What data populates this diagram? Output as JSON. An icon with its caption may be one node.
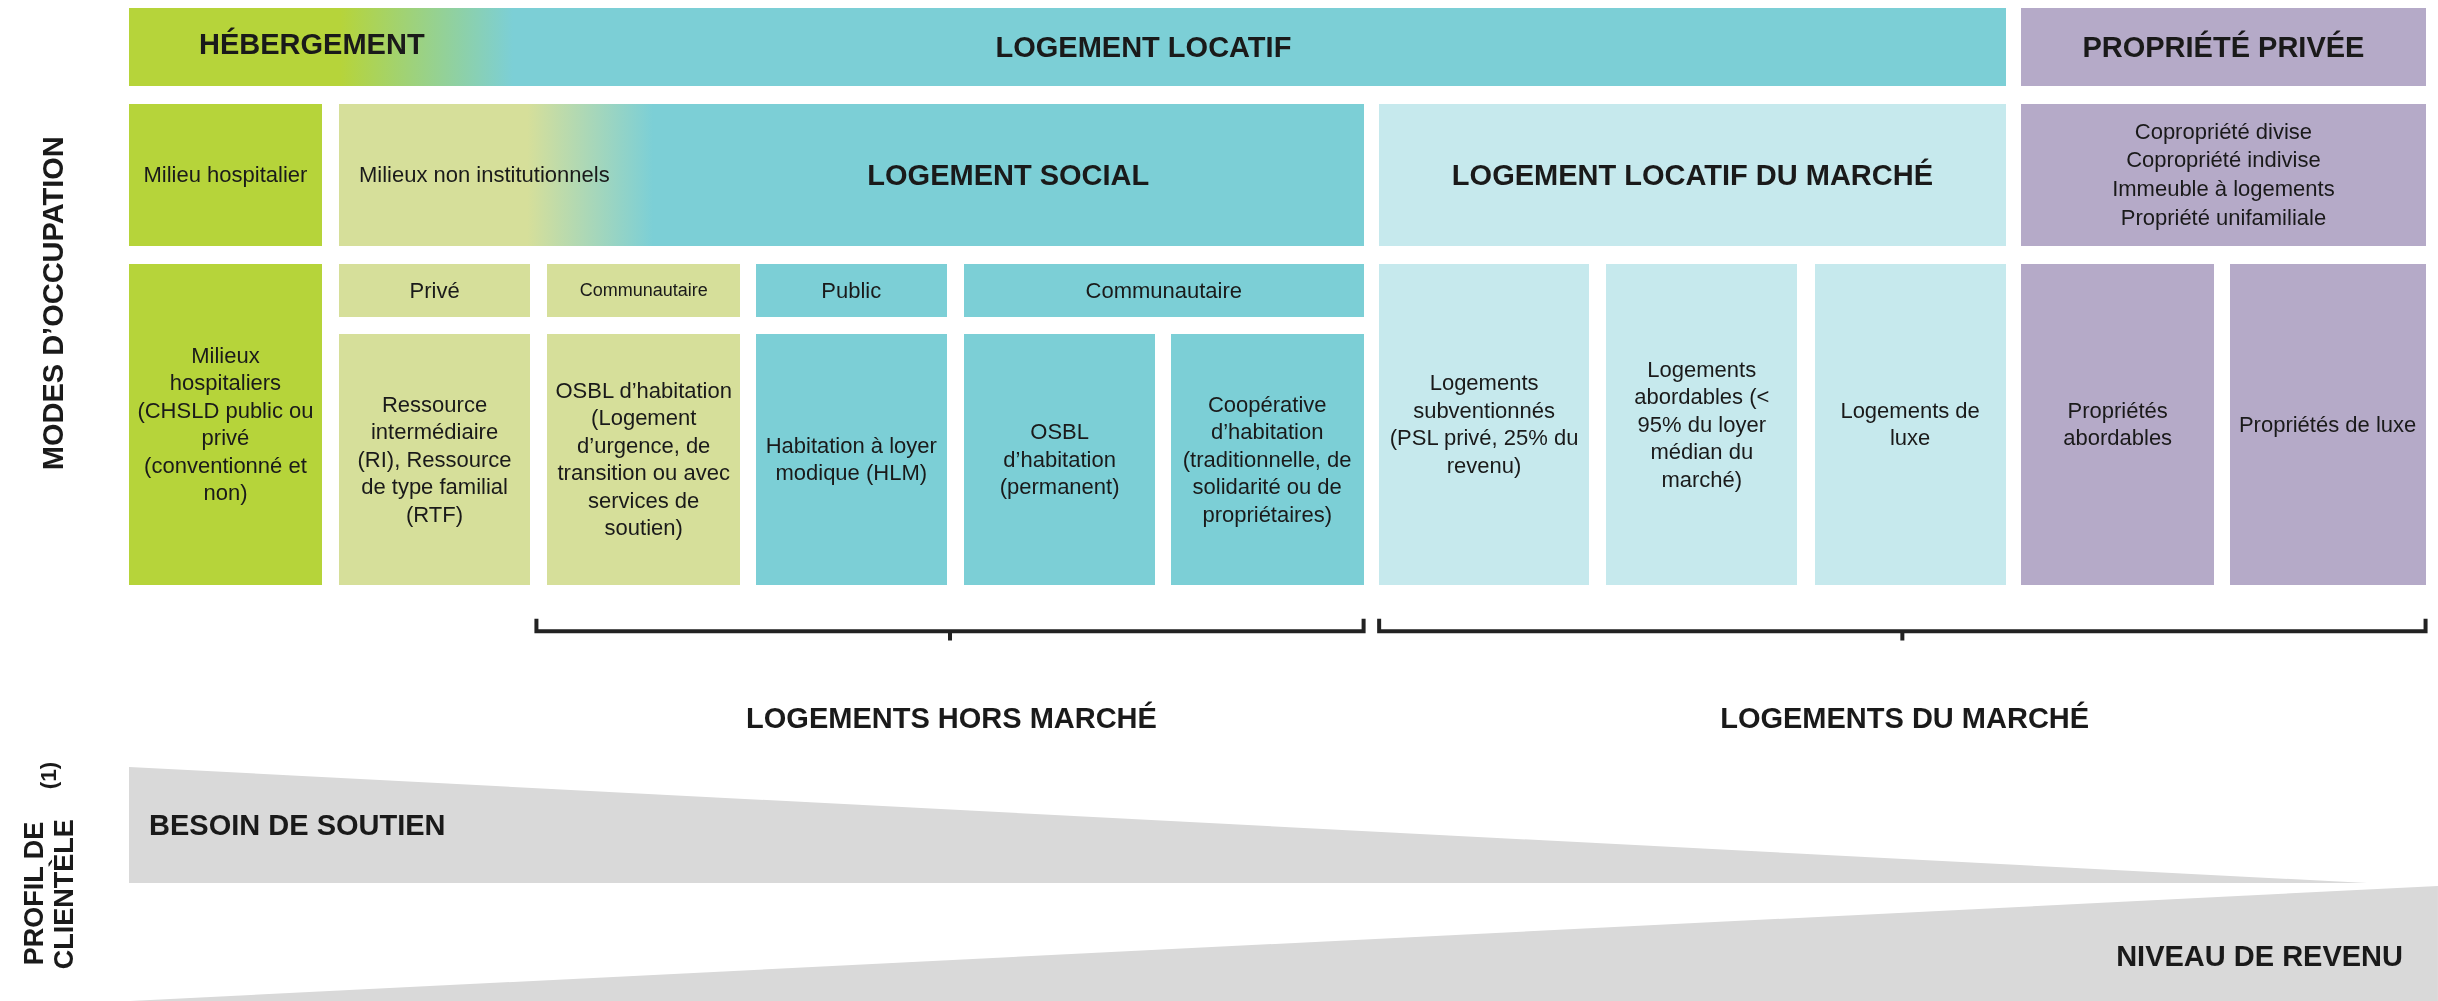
{
  "diagram": {
    "nodes": [
      {
        "text": [
          "HÉBERGEMENT"
        ]
      },
      {
        "text": [
          "LOGEMENT LOCATIF"
        ]
      },
      {
        "text": [
          "PROPRIÉTÉ PRIVÉE"
        ]
      },
      {
        "text": [
          "Milieu hospitalier"
        ]
      },
      {
        "text": [
          "Milieux non institutionnels"
        ]
      },
      {
        "text": [
          "LOGEMENT SOCIAL"
        ]
      },
      {
        "text": [
          "LOGEMENT LOCATIF DU MARCHÉ"
        ]
      },
      {
        "text": [
          "Copropriété divise",
          "Copropriété indivise",
          "Immeuble à logements",
          "Propriété unifamiliale"
        ]
      },
      {
        "text": [
          "Milieux hospitaliers (CHSLD public ou privé (conventionné et non)"
        ]
      },
      {
        "text": [
          "Privé"
        ]
      },
      {
        "text": [
          "Communautaire"
        ]
      },
      {
        "text": [
          "Public"
        ]
      },
      {
        "text": [
          "Communautaire"
        ]
      },
      {
        "text": [
          "Ressource intermédiaire (RI), Ressource de type familial (RTF)"
        ]
      },
      {
        "text": [
          "OSBL d’habitation (Logement d’urgence, de transition ou avec services de soutien)"
        ]
      },
      {
        "text": [
          "Habitation à loyer modique (HLM)"
        ]
      },
      {
        "text": [
          "OSBL d’habitation (permanent)"
        ]
      },
      {
        "text": [
          "Coopérative d’habitation (traditionnelle, de solidarité ou de propriétaires)"
        ]
      },
      {
        "text": [
          "Logements subventionnés (PSL privé, 25% du revenu)"
        ]
      },
      {
        "text": [
          "Logements abordables (< 95% du loyer médian du marché)"
        ]
      },
      {
        "text": [
          "Logements de luxe"
        ]
      },
      {
        "text": [
          "Propriétés abordables"
        ]
      },
      {
        "text": [
          "Propriétés de luxe"
        ]
      },
      {
        "text": [
          "BESOIN DE SOUTIEN"
        ]
      },
      {
        "text": [
          "NIVEAU DE REVENU"
        ]
      }
    ],
    "labels": [
      "MODES D’OCCUPATION",
      "LOGEMENTS HORS MARCHÉ",
      "LOGEMENTS DU MARCHÉ",
      "PROFIL DE CLIENTÈLE $^{(1)}$"
    ]
  }
}
